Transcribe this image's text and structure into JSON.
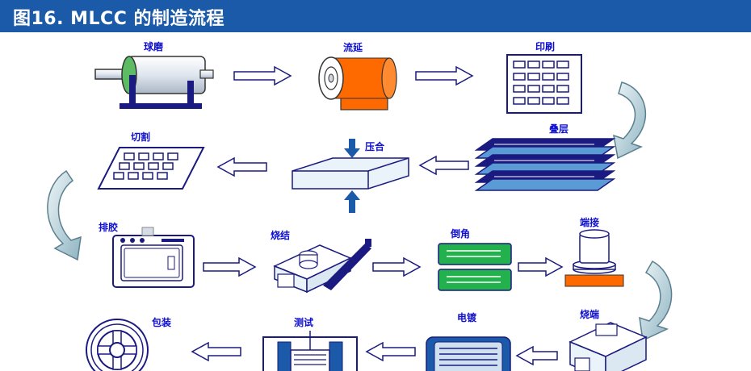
{
  "header": {
    "title": "图16. MLCC 的制造流程"
  },
  "colors": {
    "header_bg": "#1a5aa8",
    "label": "#1010d0",
    "orange": "#ff6a00",
    "green": "#22b14c",
    "navy": "#1a1a80"
  },
  "steps": [
    {
      "label": "球磨"
    },
    {
      "label": "流延"
    },
    {
      "label": "印刷"
    },
    {
      "label": "叠层"
    },
    {
      "label": "压合"
    },
    {
      "label": "切割"
    },
    {
      "label": "排胶"
    },
    {
      "label": "烧结"
    },
    {
      "label": "倒角"
    },
    {
      "label": "端接"
    },
    {
      "label": "烧端"
    },
    {
      "label": "电镀"
    },
    {
      "label": "测试"
    },
    {
      "label": "包装"
    }
  ]
}
